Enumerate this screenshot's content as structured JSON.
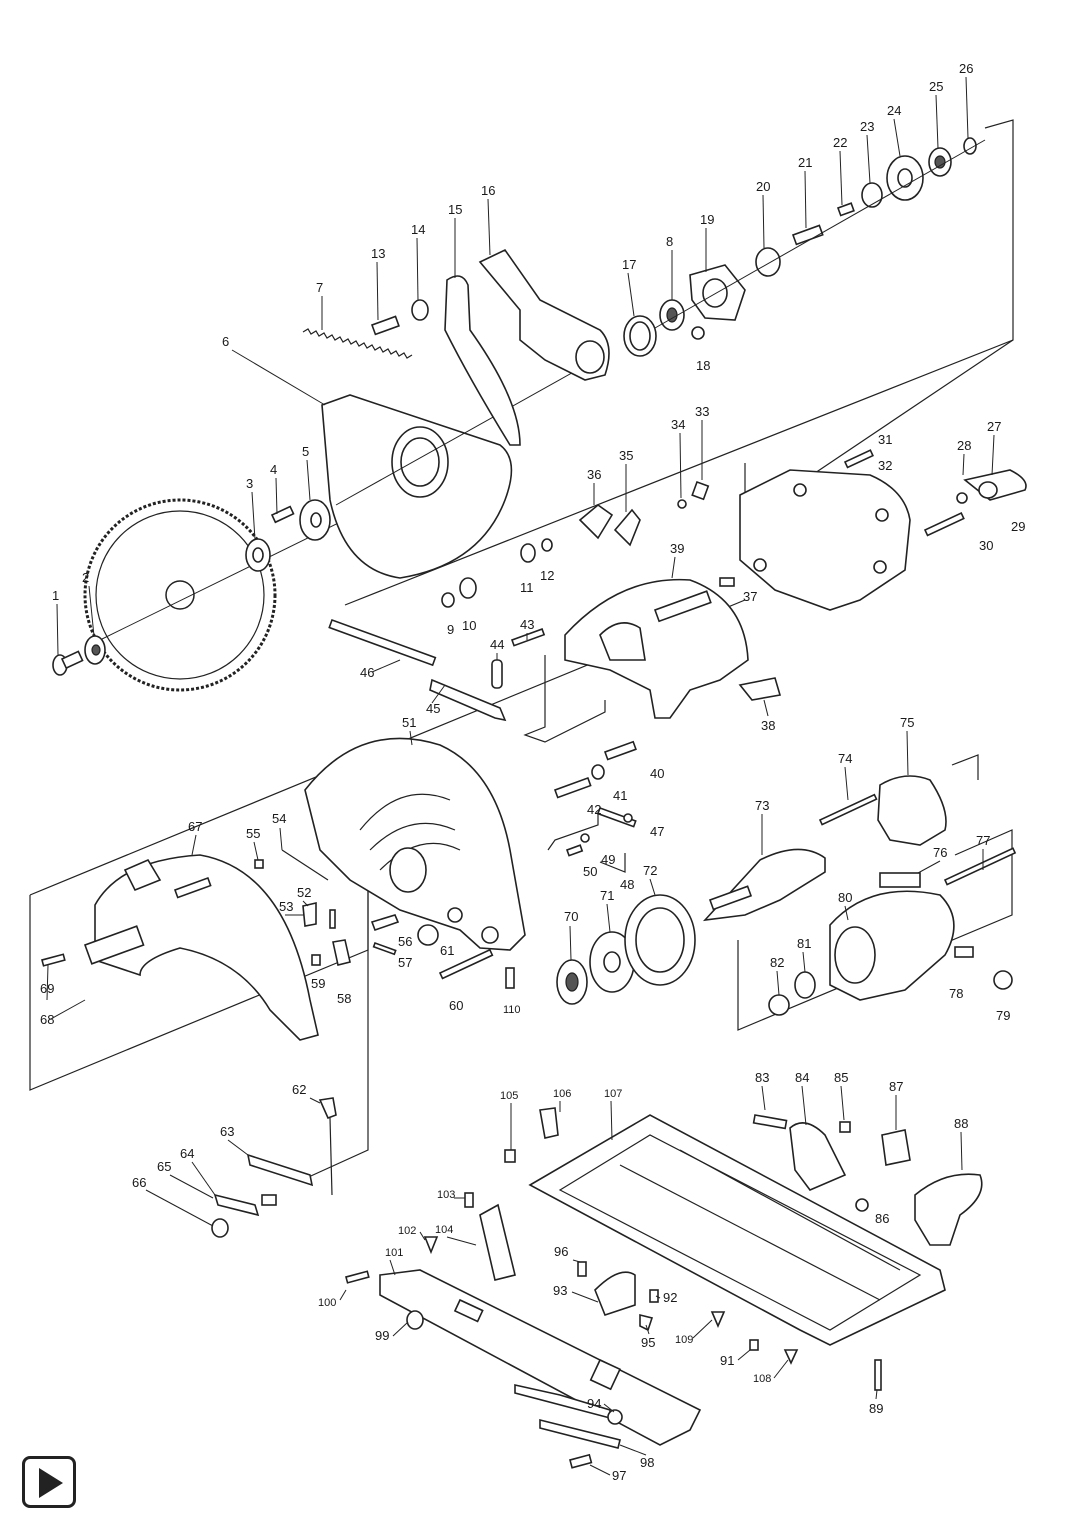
{
  "diagram": {
    "part_numbers": [
      "1",
      "2",
      "3",
      "4",
      "5",
      "6",
      "7",
      "8",
      "9",
      "10",
      "11",
      "12",
      "13",
      "14",
      "15",
      "16",
      "17",
      "18",
      "19",
      "20",
      "21",
      "22",
      "23",
      "24",
      "25",
      "26",
      "27",
      "28",
      "29",
      "30",
      "31",
      "32",
      "33",
      "34",
      "35",
      "36",
      "37",
      "38",
      "39",
      "40",
      "41",
      "42",
      "43",
      "44",
      "45",
      "46",
      "47",
      "48",
      "49",
      "50",
      "51",
      "52",
      "53",
      "54",
      "55",
      "56",
      "57",
      "58",
      "59",
      "60",
      "61",
      "62",
      "63",
      "64",
      "65",
      "66",
      "67",
      "68",
      "69",
      "70",
      "71",
      "72",
      "73",
      "74",
      "75",
      "76",
      "77",
      "78",
      "79",
      "80",
      "81",
      "82",
      "83",
      "84",
      "85",
      "86",
      "87",
      "88",
      "89",
      "91",
      "92",
      "93",
      "94",
      "95",
      "96",
      "97",
      "98",
      "99",
      "100",
      "101",
      "102",
      "103",
      "104",
      "105",
      "106",
      "107",
      "108",
      "109",
      "110"
    ]
  },
  "navigation": {
    "next_icon": "play-triangle-icon"
  }
}
